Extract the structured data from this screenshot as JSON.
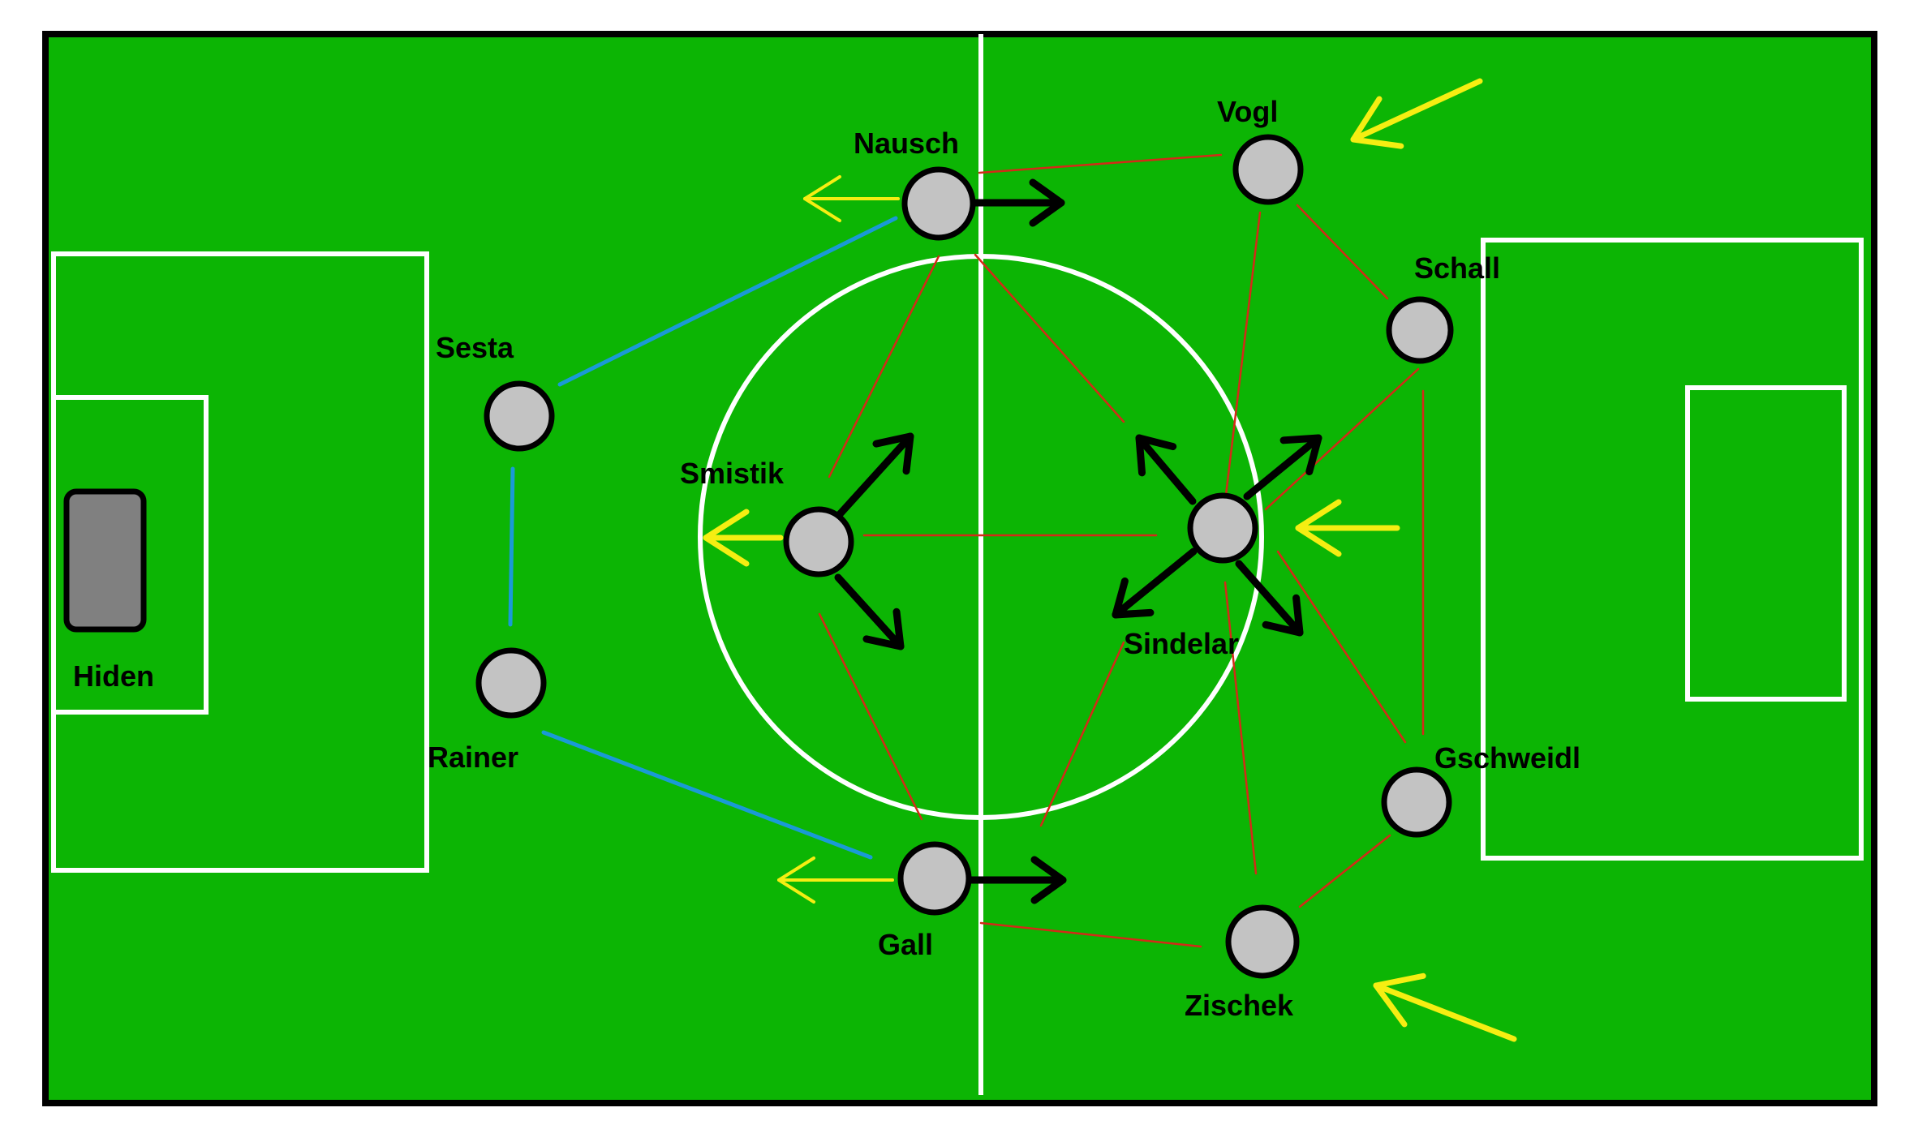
{
  "colors": {
    "pitch": "#0cb504",
    "border": "#000000",
    "field_lines": "#ffffff",
    "player": "#c3c3c3",
    "goalkeeper_box": "#808080",
    "link_red": "#d42a18",
    "link_blue": "#1a9ad6",
    "arrow_yellow": "#f5ee12",
    "arrow_black": "#000000"
  },
  "players": [
    {
      "id": "hiden",
      "name": "Hiden",
      "role": "goalkeeper"
    },
    {
      "id": "sesta",
      "name": "Sesta"
    },
    {
      "id": "rainer",
      "name": "Rainer"
    },
    {
      "id": "nausch",
      "name": "Nausch"
    },
    {
      "id": "smistik",
      "name": "Smistik"
    },
    {
      "id": "gall",
      "name": "Gall"
    },
    {
      "id": "vogl",
      "name": "Vogl"
    },
    {
      "id": "schall",
      "name": "Schall"
    },
    {
      "id": "sindelar",
      "name": "Sindelar"
    },
    {
      "id": "gschweidl",
      "name": "Gschweidl"
    },
    {
      "id": "zischek",
      "name": "Zischek"
    }
  ],
  "links_blue": [
    [
      "sesta",
      "nausch"
    ],
    [
      "sesta",
      "rainer"
    ],
    [
      "rainer",
      "gall"
    ]
  ],
  "links_red": [
    [
      "nausch",
      "vogl"
    ],
    [
      "nausch",
      "smistik"
    ],
    [
      "nausch",
      "sindelar"
    ],
    [
      "vogl",
      "schall"
    ],
    [
      "vogl",
      "sindelar"
    ],
    [
      "schall",
      "sindelar"
    ],
    [
      "schall",
      "gschweidl"
    ],
    [
      "smistik",
      "sindelar"
    ],
    [
      "smistik",
      "gall"
    ],
    [
      "sindelar",
      "gall"
    ],
    [
      "sindelar",
      "gschweidl"
    ],
    [
      "sindelar",
      "zischek"
    ],
    [
      "gall",
      "zischek"
    ],
    [
      "zischek",
      "gschweidl"
    ]
  ]
}
